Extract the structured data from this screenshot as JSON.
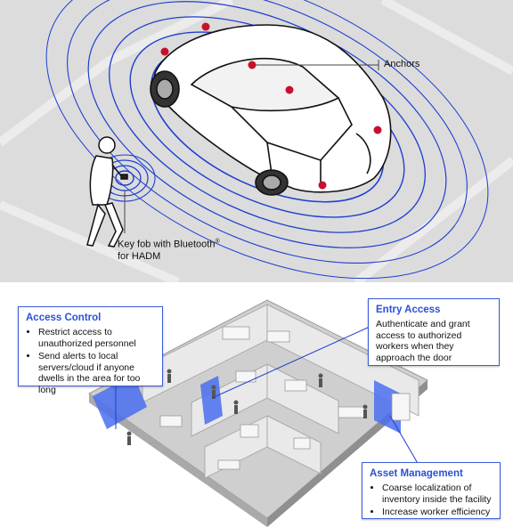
{
  "top": {
    "anchors_label": "Anchors",
    "keyfob_line1": "Key fob with Bluetooth",
    "keyfob_sup": "®",
    "keyfob_line2": "for HADM"
  },
  "access_control": {
    "title": "Access Control",
    "items": [
      "Restrict access to unauthorized personnel",
      "Send alerts to local servers/cloud if anyone dwells in the area for too long"
    ]
  },
  "entry_access": {
    "title": "Entry Access",
    "text": "Authenticate and grant access to authorized workers when they approach the door"
  },
  "asset_management": {
    "title": "Asset Management",
    "items": [
      "Coarse localization of inventory inside the facility",
      "Increase worker efficiency"
    ]
  },
  "colors": {
    "accent": "#2d4fd6",
    "anchor": "#c8102e",
    "ring": "#1e3fd0",
    "highlight": "#4b6ff0"
  }
}
